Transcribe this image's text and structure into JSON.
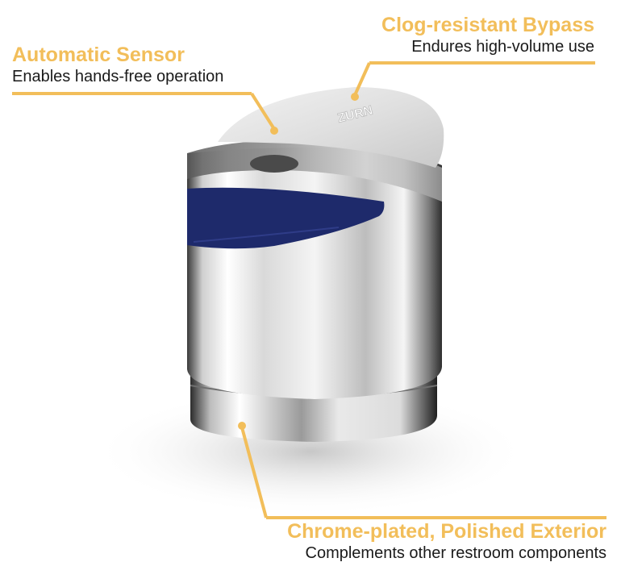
{
  "callouts": {
    "sensor": {
      "title": "Automatic Sensor",
      "subtitle": "Enables hands-free operation"
    },
    "bypass": {
      "title": "Clog-resistant Bypass",
      "subtitle": "Endures high-volume use"
    },
    "chrome": {
      "title": "Chrome-plated, Polished Exterior",
      "subtitle": "Complements other restroom components"
    }
  },
  "product": {
    "logo_text": "ZURN"
  },
  "colors": {
    "accent": "#F2BE5A",
    "text": "#1a1a1a",
    "sensor_window": "#1E2A6B"
  }
}
